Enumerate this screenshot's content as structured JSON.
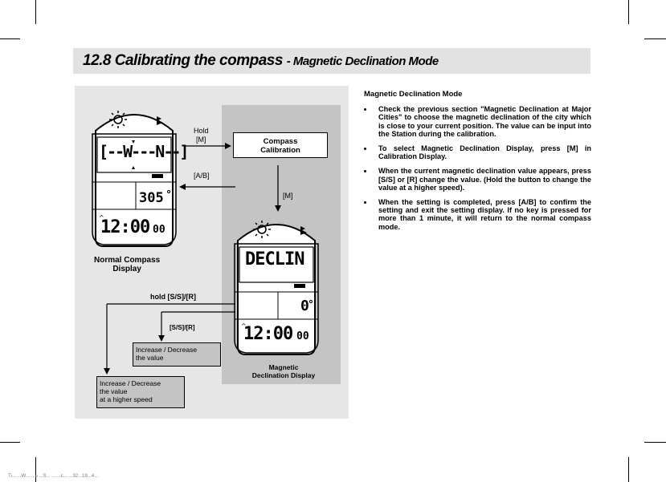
{
  "heading": {
    "main": "12.8 Calibrating the compass",
    "sub": "- Magnetic Declination Mode"
  },
  "diagram": {
    "hold_m": "Hold\n[M]",
    "compass_calibration": "Compass\nCalibration",
    "ab_label": "[A/B]",
    "m_label": "[M]",
    "normal_lcd": {
      "main": "[--W---N--]",
      "secondary": "305",
      "time": "12:00",
      "seconds": "00"
    },
    "normal_caption": "Normal Compass\nDisplay",
    "declin_lcd": {
      "main": "DECLIN",
      "secondary": "0",
      "time": "12:00",
      "seconds": "00"
    },
    "declin_caption": "Magnetic\nDeclination Display",
    "hold_ssr": "hold [S/S]/[R]",
    "ssr": "[S/S]/[R]",
    "inc_box": "Increase / Decrease\nthe value",
    "inc_fast_box": "Increase / Decrease\nthe value\nat a higher speed"
  },
  "content": {
    "title": "Magnetic Declination Mode",
    "bullets": [
      "Check the previous section \"Magnetic Declination at Major Cities\" to choose the magnetic declination of the city which is close to your current position. The value can be input into the Station during the calibration.",
      "To select Magnetic Declination Display, press [M] in Calibration Display.",
      "When the current magnetic declination value appears, press [S/S] or [R] change the value. (Hold the button to change the value at a higher speed).",
      "When the setting is completed, press [A/B] to confirm the setting and exit the setting display. If no key is pressed for more than 1 minute, it will return to the normal compass mode."
    ]
  },
  "footer": "Ti...  ...W...  ...u  ...S...  ...  ...c...  ...32...19...4..."
}
